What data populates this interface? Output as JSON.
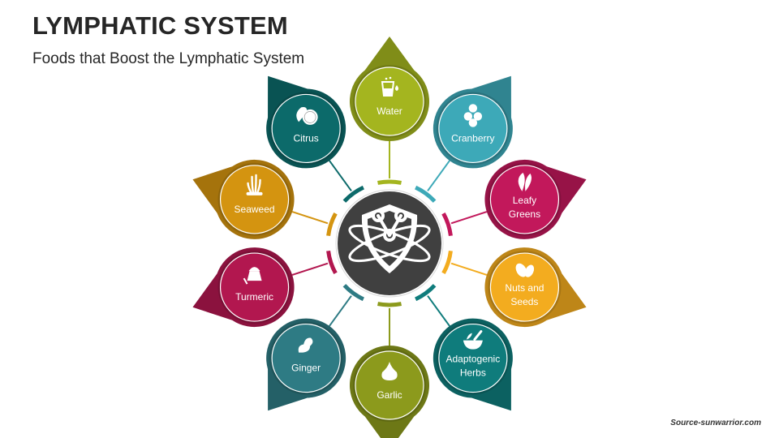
{
  "title": "LYMPHATIC SYSTEM",
  "subtitle": "Foods that Boost the Lymphatic System",
  "source": "Source-sunwarrior.com",
  "colors": {
    "hub": "#404040",
    "water": "#A4B51F",
    "cranberry": "#3DA9B8",
    "leafy_greens": "#C2185B",
    "nuts_and_seeds": "#F3AC1F",
    "adaptogenic_herbs": "#0F7C7C",
    "garlic": "#8C9A1C",
    "ginger": "#2E7B84",
    "turmeric": "#B2174F",
    "seaweed": "#D49410",
    "citrus": "#0C6A6A"
  },
  "petals": [
    {
      "key": "water",
      "label": [
        "Water"
      ],
      "icon": "water-glass-icon",
      "color": "#A4B51F"
    },
    {
      "key": "cranberry",
      "label": [
        "Cranberry"
      ],
      "icon": "cranberry-icon",
      "color": "#3DA9B8"
    },
    {
      "key": "leafy-greens",
      "label": [
        "Leafy",
        "Greens"
      ],
      "icon": "leaf-icon",
      "color": "#C2185B"
    },
    {
      "key": "nuts-and-seeds",
      "label": [
        "Nuts and",
        "Seeds"
      ],
      "icon": "nuts-icon",
      "color": "#F3AC1F"
    },
    {
      "key": "adaptogenic-herbs",
      "label": [
        "Adaptogenic",
        "Herbs"
      ],
      "icon": "mortar-pestle-icon",
      "color": "#0F7C7C"
    },
    {
      "key": "garlic",
      "label": [
        "Garlic"
      ],
      "icon": "garlic-icon",
      "color": "#8C9A1C"
    },
    {
      "key": "ginger",
      "label": [
        "Ginger"
      ],
      "icon": "ginger-root-icon",
      "color": "#2E7B84"
    },
    {
      "key": "turmeric",
      "label": [
        "Turmeric"
      ],
      "icon": "turmeric-powder-icon",
      "color": "#B2174F"
    },
    {
      "key": "seaweed",
      "label": [
        "Seaweed"
      ],
      "icon": "seaweed-icon",
      "color": "#D49410"
    },
    {
      "key": "citrus",
      "label": [
        "Citrus"
      ],
      "icon": "citrus-slice-icon",
      "color": "#0C6A6A"
    }
  ],
  "hub_icon": "immune-shield-icon"
}
